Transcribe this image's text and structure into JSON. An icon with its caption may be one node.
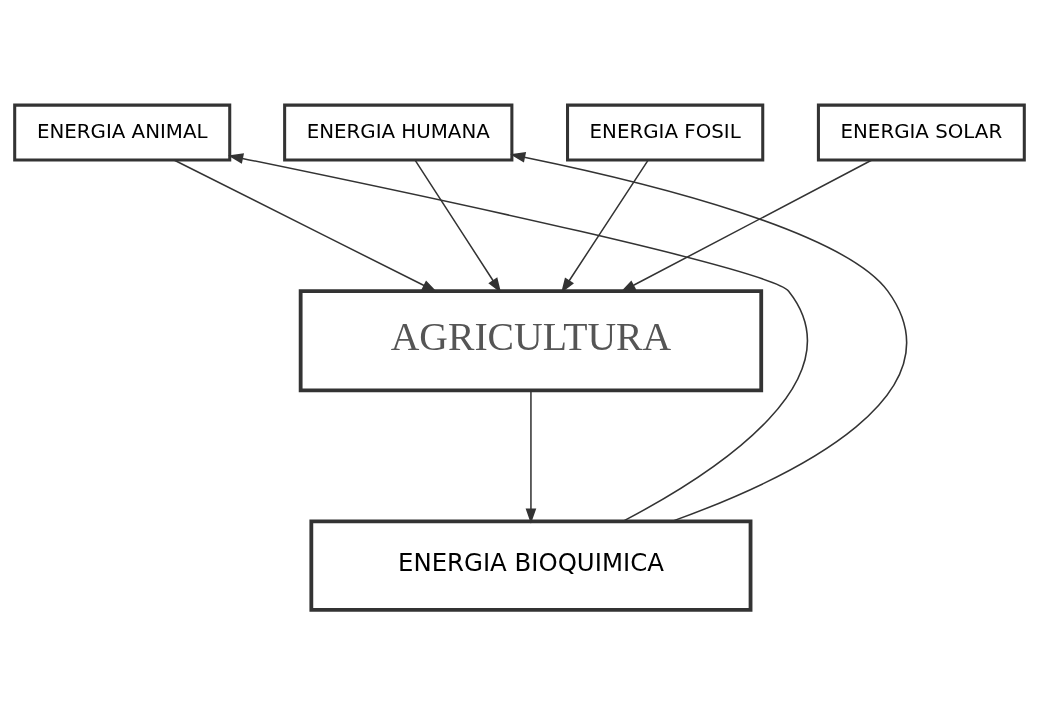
{
  "diagram": {
    "nodes": [
      {
        "text": [
          "ENERGIA ANIMAL"
        ]
      },
      {
        "text": [
          "ENERGIA HUMANA"
        ]
      },
      {
        "text": [
          "ENERGIA FOSIL"
        ]
      },
      {
        "text": [
          "ENERGIA SOLAR"
        ]
      },
      {
        "text": [
          "AGRICULTURA"
        ]
      },
      {
        "text": [
          "ENERGIA BIOQUIMICA"
        ]
      }
    ],
    "edges": [
      {
        "from": 0,
        "to": 4,
        "arrow": "to"
      },
      {
        "from": 1,
        "to": 4,
        "arrow": "to"
      },
      {
        "from": 2,
        "to": 4,
        "arrow": "to"
      },
      {
        "from": 3,
        "to": 4,
        "arrow": "to"
      },
      {
        "from": 4,
        "to": 5,
        "arrow": "to"
      },
      {
        "from": 5,
        "to": 0,
        "arrow": "to"
      },
      {
        "from": 5,
        "to": 1,
        "arrow": "to"
      }
    ]
  }
}
